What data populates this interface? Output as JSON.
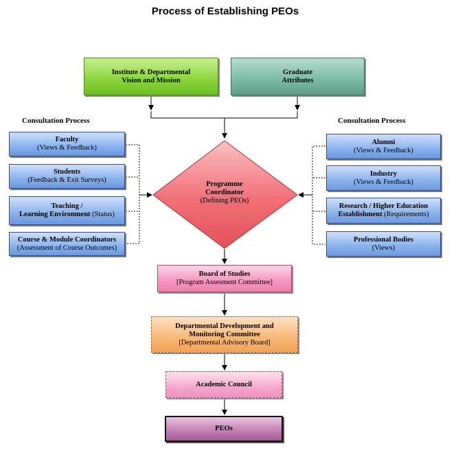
{
  "title": "Process of Establishing PEOs",
  "consultation_left": "Consultation Process",
  "consultation_right": "Consultation Process",
  "top_boxes": {
    "vision": {
      "line1": "Institute & Departmental",
      "line2": "Vision and Mission"
    },
    "graduate": {
      "line1": "Graduate",
      "line2": "Attributes"
    }
  },
  "left_boxes": [
    {
      "name": "Faculty",
      "sub": "(Views & Feedback)"
    },
    {
      "name": "Students",
      "sub": "(Feedback & Exit Surveys)"
    },
    {
      "name": "Teaching /",
      "name2": "Learning Environment",
      "sub": "(Status)"
    },
    {
      "name": "Course & Module Coordinators",
      "sub": "(Assessment of Course Outcomes)"
    }
  ],
  "right_boxes": [
    {
      "name": "Alumni",
      "sub": "(Views & Feedback)"
    },
    {
      "name": "Industry",
      "sub": "(Views & Feedback)"
    },
    {
      "name": "Research / Higher Education",
      "name2": "Establishment",
      "sub": "(Requirements)"
    },
    {
      "name": "Professional Bodies",
      "sub": "(Views)"
    }
  ],
  "diamond": {
    "line1": "Programme",
    "line2": "Coordinator",
    "line3": "(Defining PEOs)"
  },
  "board": {
    "line1": "Board of Studies",
    "line2": "[Program Assesment Committee]"
  },
  "ddmc": {
    "line1": "Departmental Development and",
    "line2": "Monitoring Committee",
    "line3": "[Departmental Advisory Board]"
  },
  "academic": {
    "label": "Academic Council"
  },
  "peos": {
    "label": "PEOs"
  },
  "colors": {
    "green": "#8fd63f",
    "teal": "#7fbda8",
    "blue": "#8fb5ef",
    "diamond": "#f26f76",
    "pink": "#f596bf",
    "orange": "#f8b877",
    "purple": "#c27eb3"
  }
}
